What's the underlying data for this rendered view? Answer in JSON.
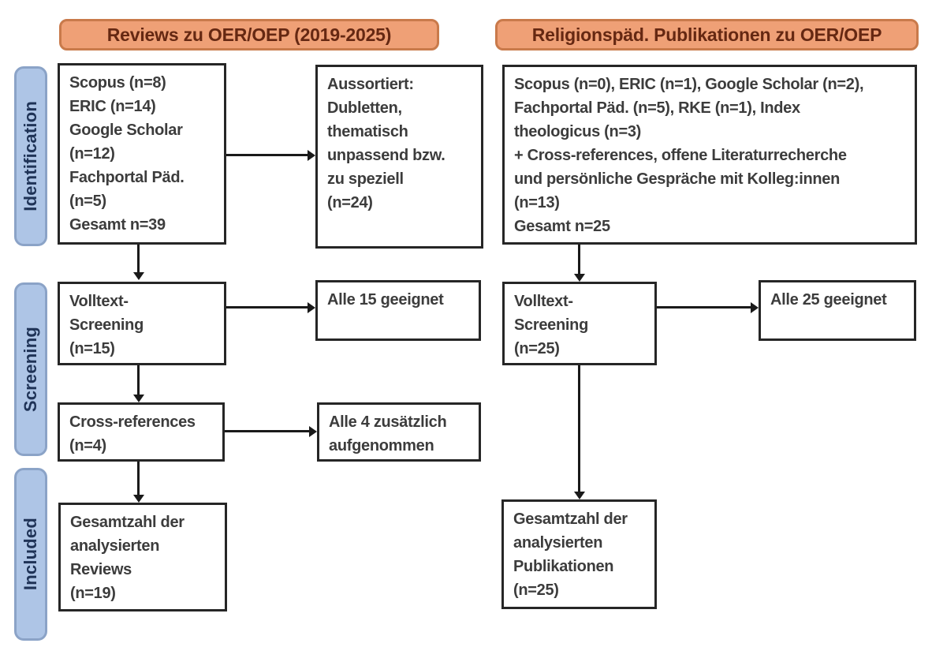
{
  "headers": {
    "left": "Reviews zu OER/OEP (2019-2025)",
    "right": "Religionspäd. Publikationen zu OER/OEP"
  },
  "stages": [
    {
      "label": "Identification"
    },
    {
      "label": "Screening"
    },
    {
      "label": "Included"
    }
  ],
  "left_column": {
    "identification_box": "Scopus (n=8)\nERIC (n=14)\nGoogle Scholar\n(n=12)\nFachportal Päd.\n(n=5)\nGesamt n=39",
    "excluded_box": "Aussortiert:\nDubletten,\nthematisch\nunpassend bzw.\nzu speziell\n(n=24)",
    "screening_box": "Volltext-\nScreening\n(n=15)",
    "screening_result_box": "Alle 15 geeignet",
    "crossref_box": "Cross-references\n(n=4)",
    "crossref_result_box": "Alle 4 zusätzlich\naufgenommen",
    "included_box": "Gesamtzahl der\nanalysierten\nReviews\n(n=19)"
  },
  "right_column": {
    "identification_box": "Scopus (n=0), ERIC (n=1), Google Scholar (n=2),\nFachportal Päd. (n=5), RKE (n=1), Index\ntheologicus (n=3)\n+ Cross-references, offene Literaturrecherche\nund persönliche Gespräche mit Kolleg:innen\n(n=13)\nGesamt n=25",
    "screening_box": "Volltext-\nScreening\n(n=25)",
    "screening_result_box": "Alle 25 geeignet",
    "included_box": "Gesamtzahl der\nanalysierten\nPublikationen\n(n=25)"
  },
  "colors": {
    "header_fill": "#efa076",
    "header_border": "#c97a4b",
    "header_text": "#652812",
    "stage_fill": "#aec5e6",
    "stage_border": "#8ba3c7",
    "stage_text": "#1f3357",
    "box_border": "#262626",
    "box_text": "#3c3c3c",
    "arrow": "#1a1a1a",
    "background": "#ffffff"
  }
}
